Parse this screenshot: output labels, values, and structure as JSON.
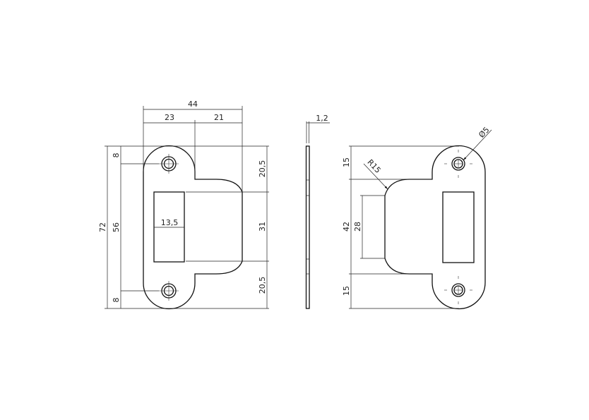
{
  "front_view": {
    "overall_width": "44",
    "left_width": "23",
    "right_width": "21",
    "overall_height": "72",
    "hole_spacing": "56",
    "hole_offset_top": "8",
    "hole_offset_bottom": "8",
    "window_width": "13,5",
    "upper_step": "20,5",
    "tongue_height": "31",
    "lower_step": "20,5"
  },
  "side_view": {
    "thickness": "1,2"
  },
  "rear_view": {
    "top_offset": "15",
    "opening_height": "42",
    "inner_height": "28",
    "bottom_offset": "15",
    "radius": "R15",
    "hole_diameter": "Ø5"
  },
  "colors": {
    "line": "#111111",
    "background": "#ffffff"
  }
}
